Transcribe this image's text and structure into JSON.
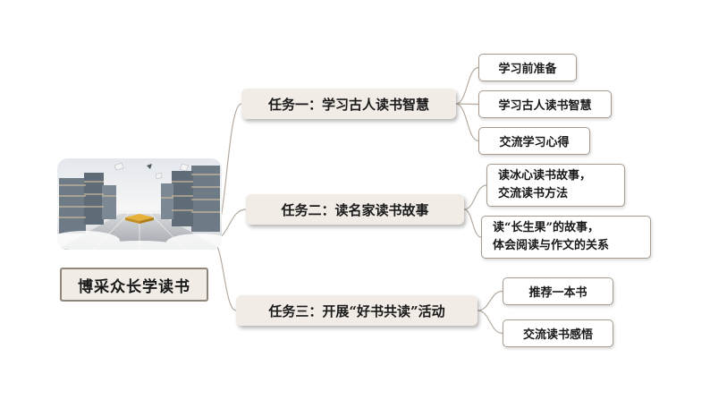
{
  "root": {
    "label": "博采众长学读书"
  },
  "photo": {
    "icon": "books-stack-illustration"
  },
  "colors": {
    "connector": "#b5aba0",
    "task_bg": "#f1ece6",
    "leaf_border": "#a79b8f"
  },
  "tasks": [
    {
      "label": "任务一：学习古人读书智慧",
      "children": [
        {
          "lines": [
            "学习前准备"
          ]
        },
        {
          "lines": [
            "学习古人读书智慧"
          ]
        },
        {
          "lines": [
            "交流学习心得"
          ]
        }
      ]
    },
    {
      "label": "任务二：读名家读书故事",
      "children": [
        {
          "lines": [
            "读冰心读书故事，",
            "交流读书方法"
          ]
        },
        {
          "lines": [
            "读“长生果”的故事，",
            "体会阅读与作文的关系"
          ]
        }
      ]
    },
    {
      "label": "任务三：开展“好书共读”活动",
      "children": [
        {
          "lines": [
            "推荐一本书"
          ]
        },
        {
          "lines": [
            "交流读书感悟"
          ]
        }
      ]
    }
  ]
}
